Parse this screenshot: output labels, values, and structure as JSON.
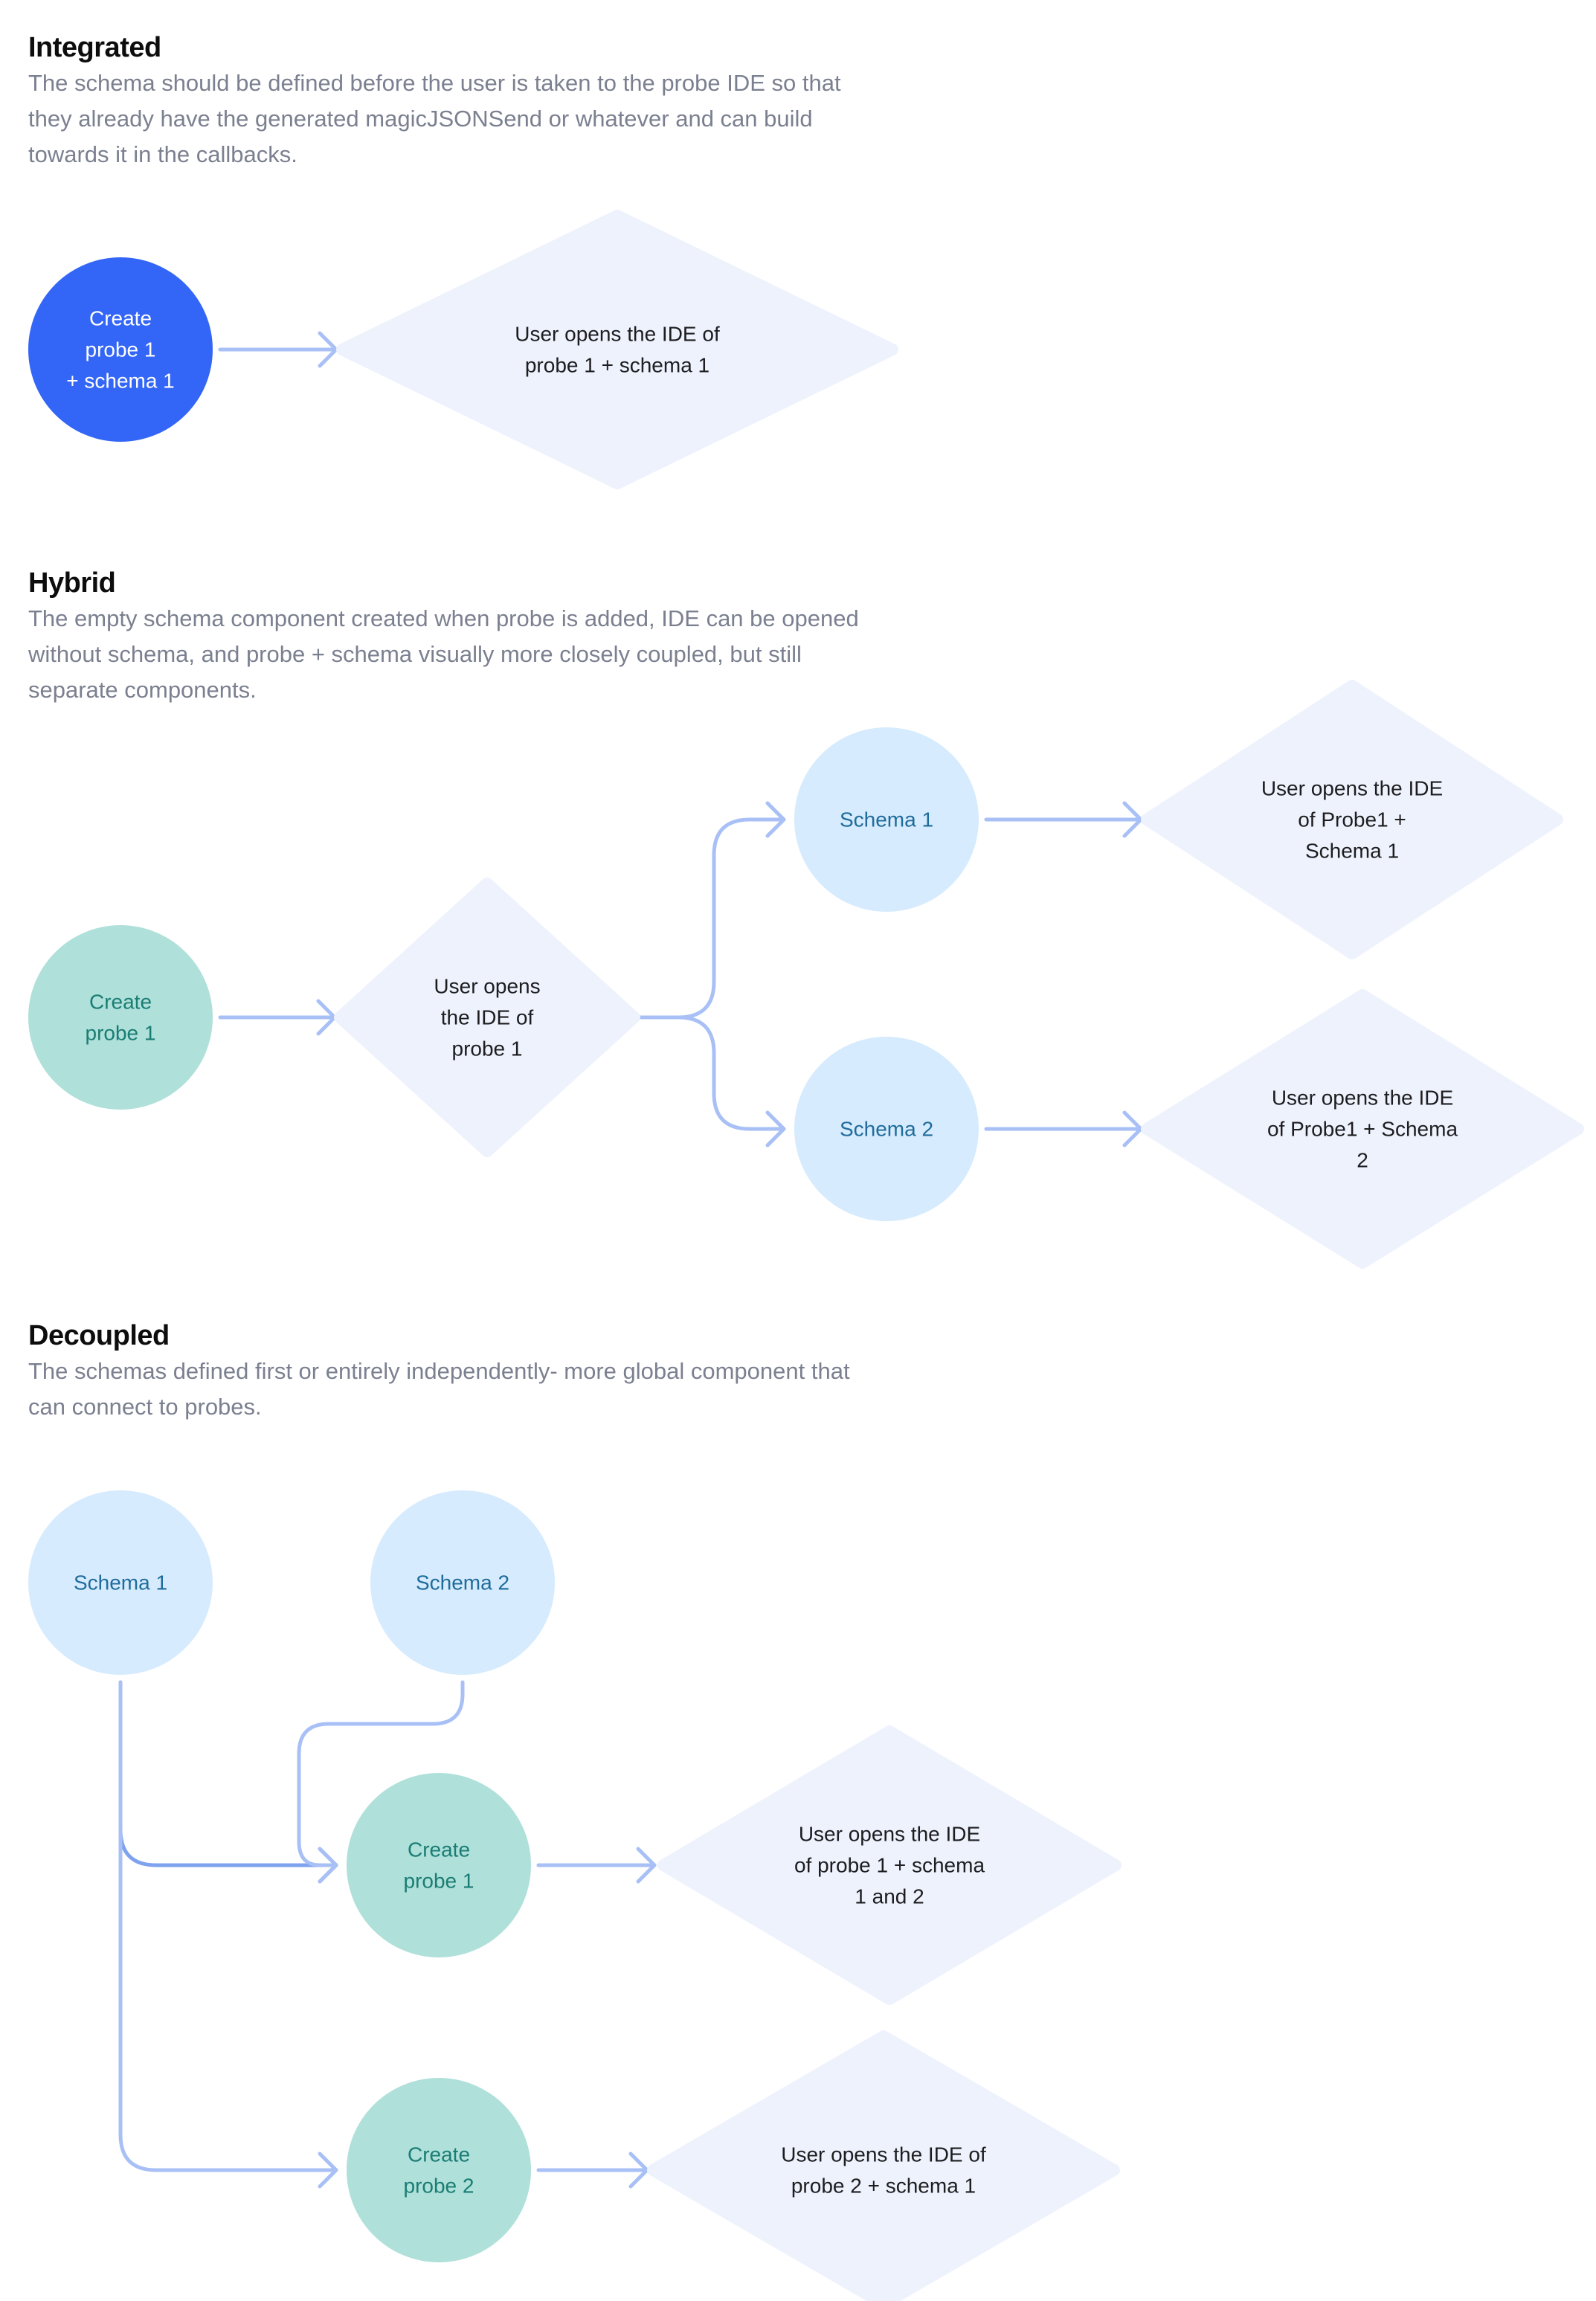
{
  "colors": {
    "connector": "#a8c0f6",
    "connector_dark": "#7ea2ee",
    "diamond_fill": "#eef2fd",
    "diamond_text": "#1d1d1f",
    "create_integrated_fill": "#3366f6",
    "create_integrated_text": "#ffffff",
    "probe_fill": "#afe0da",
    "probe_text": "#1a7d74",
    "schema_fill": "#d6ebfd",
    "schema_text": "#1f6c9c",
    "title_text": "#0d0d0d",
    "desc_text": "#7b8090"
  },
  "sections": {
    "integrated": {
      "title": "Integrated",
      "description": "The schema should be defined before the user is taken to the probe IDE so that they already have the generated magicJSONSend or whatever and can build towards it in the callbacks."
    },
    "hybrid": {
      "title": "Hybrid",
      "description": "The empty schema component created when probe is added, IDE can be opened without schema, and probe + schema visually more closely coupled, but still separate components."
    },
    "decoupled": {
      "title": "Decoupled",
      "description": "The schemas defined first or entirely independently- more global component that can connect to probes."
    }
  },
  "nodes": {
    "int_create": {
      "kind": "circle",
      "style": "create_integrated",
      "lines": [
        "Create",
        "probe 1",
        "+ schema 1"
      ]
    },
    "int_ide": {
      "kind": "diamond",
      "lines": [
        "User opens the IDE of",
        "probe 1 + schema 1"
      ]
    },
    "hyb_create": {
      "kind": "circle",
      "style": "probe",
      "lines": [
        "Create",
        "probe 1"
      ]
    },
    "hyb_ide": {
      "kind": "diamond",
      "lines": [
        "User opens",
        "the IDE of",
        "probe 1"
      ]
    },
    "hyb_schema1": {
      "kind": "circle",
      "style": "schema",
      "lines": [
        "Schema 1"
      ]
    },
    "hyb_schema2": {
      "kind": "circle",
      "style": "schema",
      "lines": [
        "Schema 2"
      ]
    },
    "hyb_ide_s1": {
      "kind": "diamond",
      "lines": [
        "User opens the IDE",
        "of Probe1 +",
        "Schema 1"
      ]
    },
    "hyb_ide_s2": {
      "kind": "diamond",
      "lines": [
        "User opens the IDE",
        "of Probe1 + Schema",
        "2"
      ]
    },
    "dec_schema1": {
      "kind": "circle",
      "style": "schema",
      "lines": [
        "Schema 1"
      ]
    },
    "dec_schema2": {
      "kind": "circle",
      "style": "schema",
      "lines": [
        "Schema 2"
      ]
    },
    "dec_probe1": {
      "kind": "circle",
      "style": "probe",
      "lines": [
        "Create",
        "probe 1"
      ]
    },
    "dec_probe2": {
      "kind": "circle",
      "style": "probe",
      "lines": [
        "Create",
        "probe 2"
      ]
    },
    "dec_ide1": {
      "kind": "diamond",
      "lines": [
        "User opens the IDE",
        "of probe 1 + schema",
        "1 and 2"
      ]
    },
    "dec_ide2": {
      "kind": "diamond",
      "lines": [
        "User opens the IDE of",
        "probe 2 + schema 1"
      ]
    }
  },
  "edges": [
    {
      "from": "int_create",
      "to": "int_ide"
    },
    {
      "from": "hyb_create",
      "to": "hyb_ide"
    },
    {
      "from": "hyb_ide",
      "to": "hyb_schema1"
    },
    {
      "from": "hyb_ide",
      "to": "hyb_schema2"
    },
    {
      "from": "hyb_schema1",
      "to": "hyb_ide_s1"
    },
    {
      "from": "hyb_schema2",
      "to": "hyb_ide_s2"
    },
    {
      "from": "dec_schema1",
      "to": "dec_probe1"
    },
    {
      "from": "dec_schema1",
      "to": "dec_probe2"
    },
    {
      "from": "dec_schema2",
      "to": "dec_probe1"
    },
    {
      "from": "dec_probe1",
      "to": "dec_ide1"
    },
    {
      "from": "dec_probe2",
      "to": "dec_ide2"
    }
  ]
}
